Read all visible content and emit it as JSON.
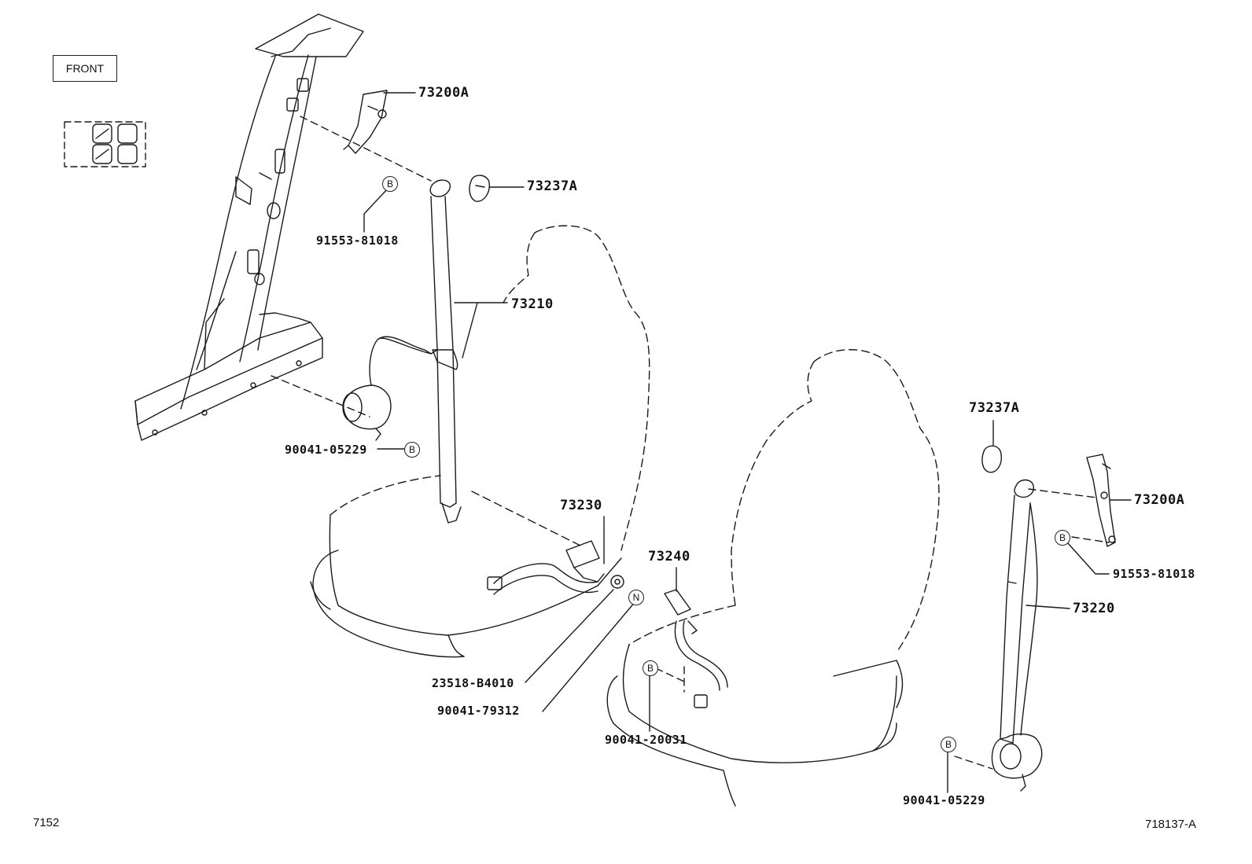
{
  "orientation_box": {
    "label": "FRONT"
  },
  "parts": {
    "p73200A_left": "73200A",
    "p73237A_left": "73237A",
    "p91553_left": "91553-81018",
    "p73210": "73210",
    "p90041_05229_left": "90041-05229",
    "p73230": "73230",
    "p73240": "73240",
    "p23518": "23518-B4010",
    "p90041_79312": "90041-79312",
    "p90041_20031": "90041-20031",
    "p73237A_right": "73237A",
    "p73200A_right": "73200A",
    "p91553_right": "91553-81018",
    "p73220": "73220",
    "p90041_05229_right": "90041-05229"
  },
  "markers": {
    "b1": "B",
    "b2": "B",
    "b3": "B",
    "b4": "B",
    "b5": "B",
    "n1": "N"
  },
  "footer": {
    "page_code": "7152",
    "diagram_ref": "718137-A"
  }
}
